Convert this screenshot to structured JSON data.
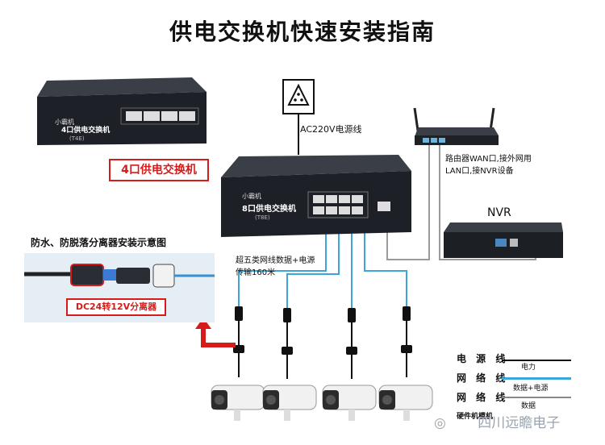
{
  "title": "供电交换机快速安装指南",
  "switch4": {
    "brand": "小霸机",
    "label": "4口供电交换机",
    "sub": "(T4E)",
    "badge": "4口供电交换机"
  },
  "switch8": {
    "brand": "小霸机",
    "label": "8口供电交换机",
    "sub": "(T8E)"
  },
  "power": {
    "label": "AC220V电源线"
  },
  "router": {
    "desc_line1": "路由器WAN口,接外网用",
    "desc_line2": "LAN口,接NVR设备"
  },
  "nvr": {
    "label": "NVR"
  },
  "cable": {
    "line1": "超五类网线数据+电源",
    "line2": "传输160米"
  },
  "separator": {
    "title": "防水、防脱落分离器安装示意图",
    "badge": "DC24转12V分离器"
  },
  "legend": {
    "items": [
      {
        "label": "电 源 线",
        "tag": "电力",
        "color": "#111111"
      },
      {
        "label": "网 络 线",
        "tag": "数据+电源",
        "color": "#3aa7d8"
      },
      {
        "label": "网 络 线",
        "tag": "数据",
        "color": "#888888"
      }
    ],
    "caption": "硬件机模机"
  },
  "watermark": "四川远瞻电子",
  "colors": {
    "red": "#d71a1a",
    "blue": "#3aa7d8",
    "gray": "#888888",
    "black": "#111111"
  }
}
